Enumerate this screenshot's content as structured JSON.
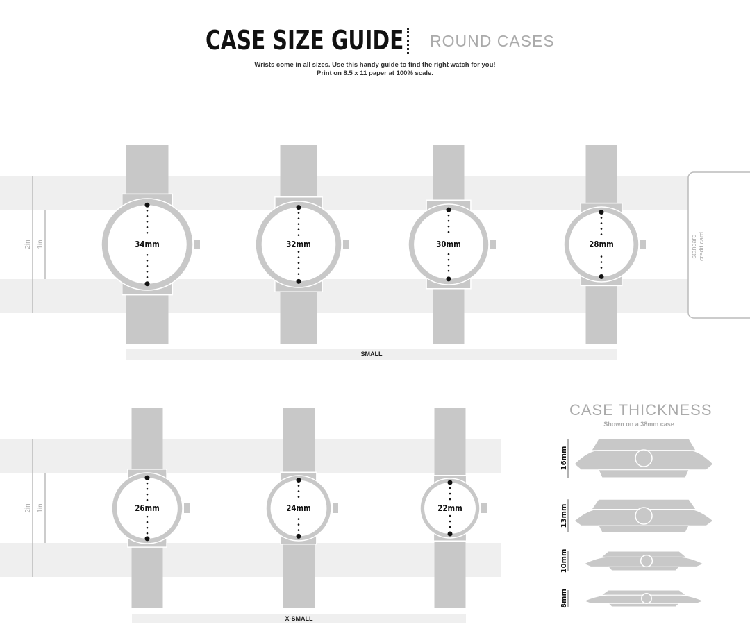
{
  "header": {
    "title": "CASE SIZE GUIDE",
    "subtitle": "ROUND CASES",
    "intro_line1": "Wrists come in all sizes. Use this handy guide to find the right watch for you!",
    "intro_line2": "Print on 8.5 x 11 paper at 100% scale."
  },
  "ruler": {
    "two_in": "2in",
    "one_in": "1in"
  },
  "credit_card": {
    "label_line1": "standard",
    "label_line2": "credit card"
  },
  "small": {
    "label": "SMALL",
    "sizes": [
      "34mm",
      "32mm",
      "30mm",
      "28mm"
    ]
  },
  "xsmall": {
    "label": "X-SMALL",
    "sizes": [
      "26mm",
      "24mm",
      "22mm"
    ]
  },
  "thickness": {
    "title": "CASE THICKNESS",
    "subtitle": "Shown on a 38mm case",
    "items": [
      "16mm",
      "13mm",
      "10mm",
      "8mm"
    ]
  }
}
